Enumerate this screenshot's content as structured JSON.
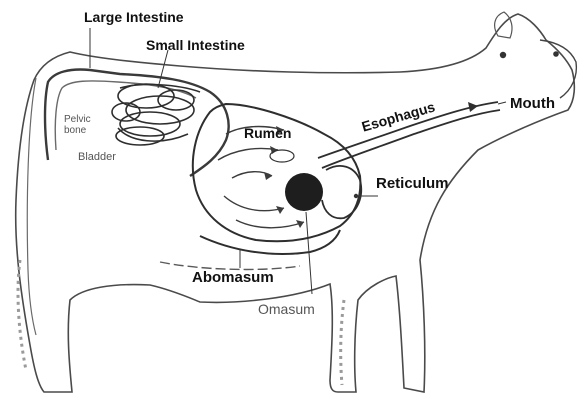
{
  "diagram": {
    "labels": {
      "large_intestine": "Large Intestine",
      "small_intestine": "Small Intestine",
      "pelvic_bone": "Pelvic bone",
      "bladder": "Bladder",
      "rumen": "Rumen",
      "esophagus": "Esophagus",
      "mouth": "Mouth",
      "reticulum": "Reticulum",
      "abomasum": "Abomasum",
      "omasum": "Omasum"
    }
  }
}
